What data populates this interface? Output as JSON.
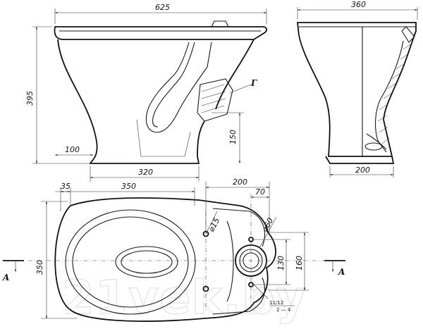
{
  "dimensions": {
    "side_length": "625",
    "side_height": "395",
    "side_base_offset": "100",
    "side_base_width": "320",
    "outlet_height": "150",
    "front_width": "360",
    "front_base": "200",
    "plan_offset": "35",
    "plan_length": "350",
    "plan_tank_length": "200",
    "plan_tank_offset": "70",
    "plan_width": "350",
    "plan_hole_distance": "130",
    "plan_tank_width": "160",
    "plan_hole_diameter": "⌀15",
    "plan_outlet_diameter": "⌀60"
  },
  "labels": {
    "outlet_label": "Г",
    "section_label_left": "A",
    "section_label_right": "A",
    "note_line1": "11/12",
    "note_line2": "2 — 4"
  },
  "watermark": "21vek.by"
}
